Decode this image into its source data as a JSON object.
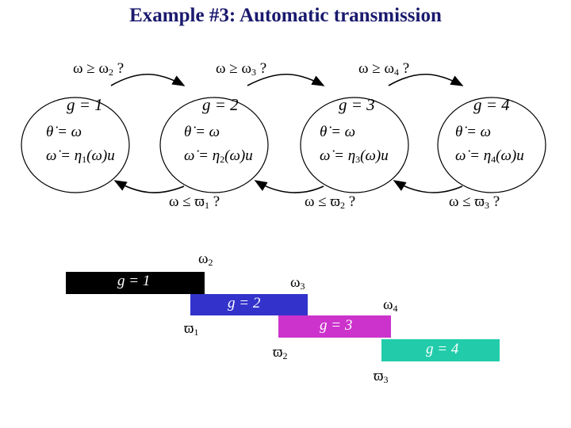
{
  "title": "Example #3: Automatic transmission",
  "upshift_conditions": [
    {
      "w": "ω",
      "op": "≥",
      "sym": "ω",
      "sub": "2",
      "q": "?"
    },
    {
      "w": "ω",
      "op": "≥",
      "sym": "ω",
      "sub": "3",
      "q": "?"
    },
    {
      "w": "ω",
      "op": "≥",
      "sym": "ω",
      "sub": "4",
      "q": "?"
    }
  ],
  "downshift_conditions": [
    {
      "w": "ω",
      "op": "≤",
      "sym": "ϖ",
      "sub": "1",
      "q": "?"
    },
    {
      "w": "ω",
      "op": "≤",
      "sym": "ϖ",
      "sub": "2",
      "q": "?"
    },
    {
      "w": "ω",
      "op": "≤",
      "sym": "ϖ",
      "sub": "3",
      "q": "?"
    }
  ],
  "modes": [
    {
      "label": "g = 1",
      "eq1": "θ̇ = ω",
      "eq2_pre": "ω̇ = η",
      "eq2_sub": "1",
      "eq2_post": "(ω)u"
    },
    {
      "label": "g = 2",
      "eq1": "θ̇ = ω",
      "eq2_pre": "ω̇ = η",
      "eq2_sub": "2",
      "eq2_post": "(ω)u"
    },
    {
      "label": "g = 3",
      "eq1": "θ̇ = ω",
      "eq2_pre": "ω̇ = η",
      "eq2_sub": "3",
      "eq2_post": "(ω)u"
    },
    {
      "label": "g = 4",
      "eq1": "θ̇ = ω",
      "eq2_pre": "ω̇ = η",
      "eq2_sub": "4",
      "eq2_post": "(ω)u"
    }
  ],
  "gear_bars": [
    {
      "label": "g = 1",
      "color": "#000000",
      "text_color": "#ffffff"
    },
    {
      "label": "g = 2",
      "color": "#3333cc",
      "text_color": "#ffffff"
    },
    {
      "label": "g = 3",
      "color": "#cc33cc",
      "text_color": "#ffffff"
    },
    {
      "label": "g = 4",
      "color": "#22ccaa",
      "text_color": "#ffffff"
    }
  ],
  "thresholds": [
    {
      "sym": "ω",
      "sub": "2"
    },
    {
      "sym": "ω",
      "sub": "3"
    },
    {
      "sym": "ω",
      "sub": "4"
    },
    {
      "sym": "ϖ",
      "sub": "1"
    },
    {
      "sym": "ϖ",
      "sub": "2"
    },
    {
      "sym": "ϖ",
      "sub": "3"
    }
  ]
}
